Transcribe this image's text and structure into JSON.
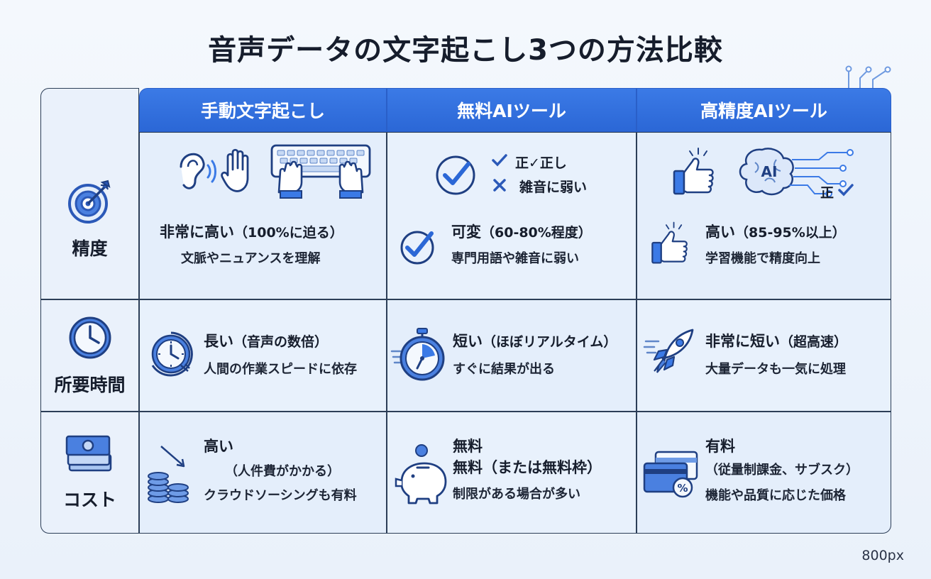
{
  "title": "音声データの文字起こし3つの方法比較",
  "columns": [
    {
      "label": "手動文字起こし"
    },
    {
      "label": "無料AIツール"
    },
    {
      "label": "高精度AIツール"
    }
  ],
  "rows": [
    {
      "label": "精度",
      "icon": "target-icon"
    },
    {
      "label": "所要時間",
      "icon": "clock-icon"
    },
    {
      "label": "コスト",
      "icon": "money-stack-icon"
    }
  ],
  "accuracy": {
    "manual": {
      "main": "非常に高い",
      "paren": "（100%に迫る）",
      "sub": "文脈やニュアンスを理解"
    },
    "free": {
      "main": "可変",
      "paren": "（60-80%程度）",
      "sub": "専門用語や雑音に弱い",
      "illus_check": "正✓正し",
      "illus_cross": "雑音に弱い"
    },
    "premium": {
      "main": "高い",
      "paren": "（85-95%以上）",
      "sub": "学習機能で精度向上",
      "ai_label": "AI",
      "illus_check": "正"
    }
  },
  "time": {
    "manual": {
      "main": "長い",
      "paren": "（音声の数倍）",
      "sub": "人間の作業スピードに依存"
    },
    "free": {
      "main": "短い",
      "paren": "（ほぼリアルタイム）",
      "sub": "すぐに結果が出る"
    },
    "premium": {
      "main": "非常に短い",
      "paren": "（超高速）",
      "sub": "大量データも一気に処理"
    }
  },
  "cost": {
    "manual": {
      "line1": "高い",
      "line2": "（人件費がかかる）",
      "line3": "クラウドソーシングも有料"
    },
    "free": {
      "line1": "無料",
      "line2": "無料（または無料枠）",
      "line3": "制限がある場合が多い"
    },
    "premium": {
      "line1": "有料",
      "line2": "（従量制課金、サブスク）",
      "line3": "機能や品質に応じた価格"
    }
  },
  "note": "800px",
  "colors": {
    "accent": "#2b67d6",
    "border": "#2c3e57",
    "cell": "#e4eefb"
  }
}
